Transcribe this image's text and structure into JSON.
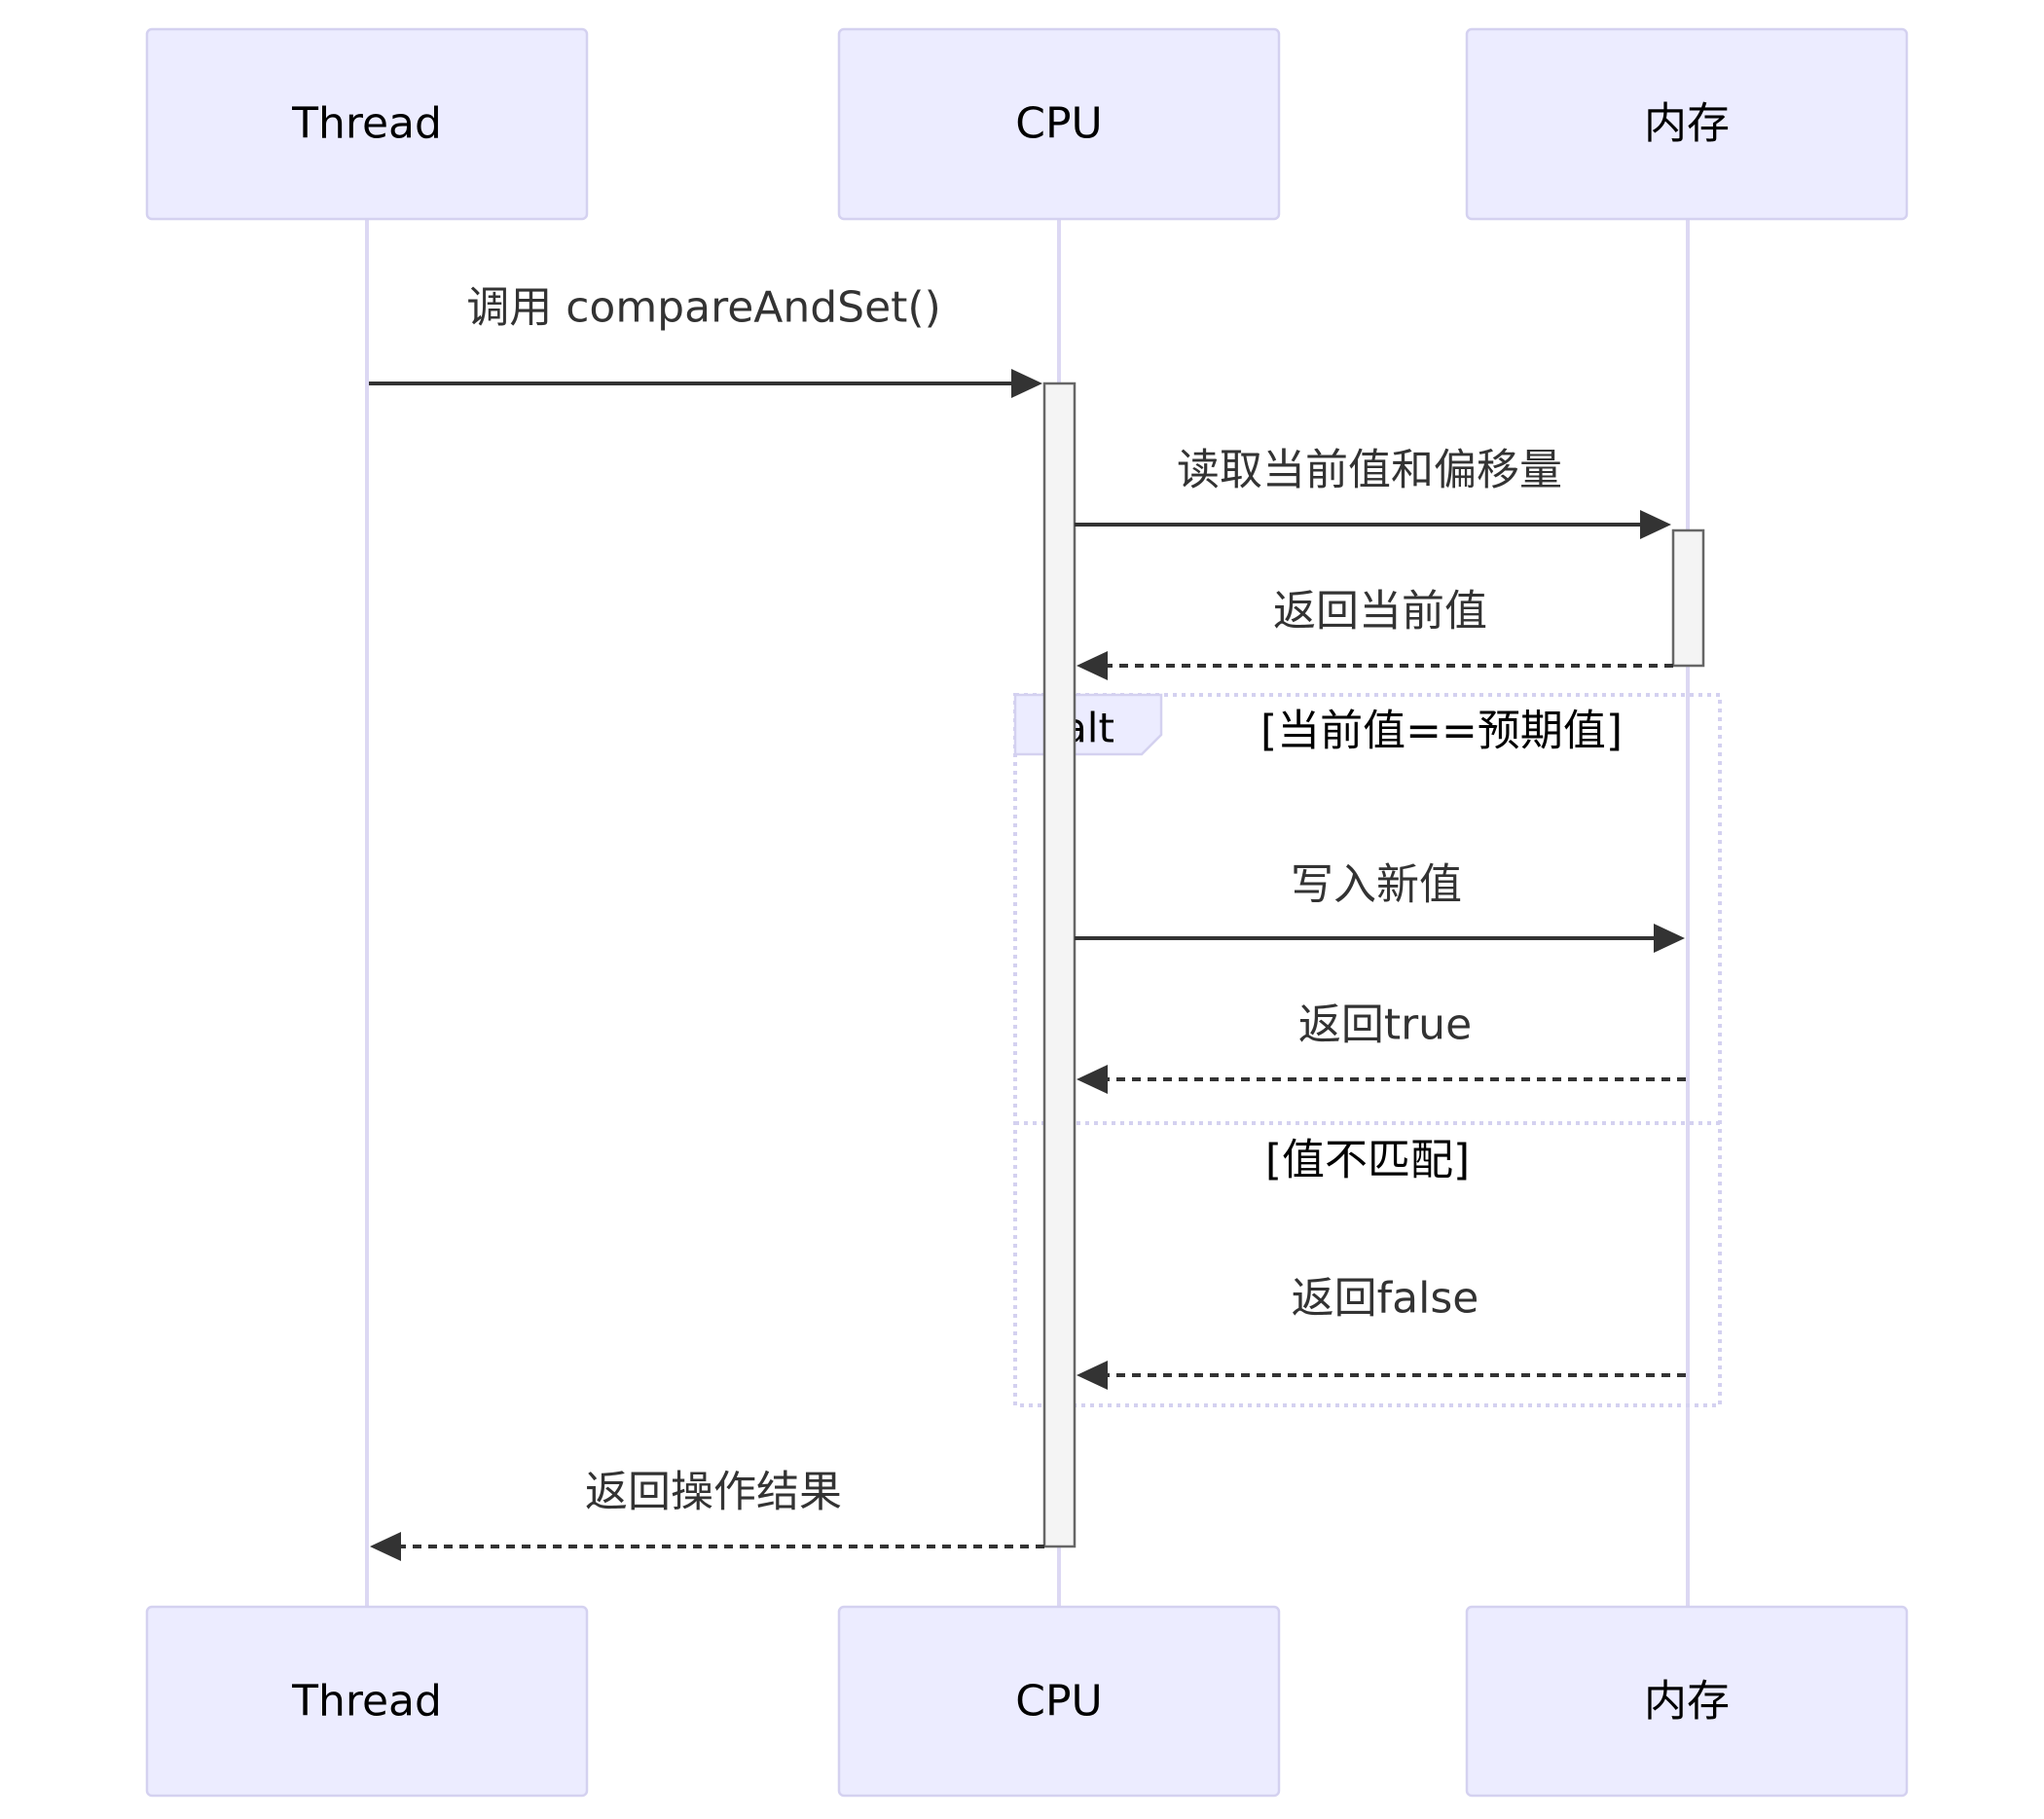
{
  "diagram": {
    "type": "sequence",
    "actors": [
      {
        "id": "thread",
        "label": "Thread"
      },
      {
        "id": "cpu",
        "label": "CPU"
      },
      {
        "id": "memory",
        "label": "内存"
      }
    ],
    "messages": [
      {
        "from": "thread",
        "to": "cpu",
        "label": "调用 compareAndSet()",
        "style": "solid"
      },
      {
        "from": "cpu",
        "to": "memory",
        "label": "读取当前值和偏移量",
        "style": "solid"
      },
      {
        "from": "memory",
        "to": "cpu",
        "label": "返回当前值",
        "style": "dashed"
      },
      {
        "from": "cpu",
        "to": "memory",
        "label": "写入新值",
        "style": "solid"
      },
      {
        "from": "memory",
        "to": "cpu",
        "label": "返回true",
        "style": "dashed"
      },
      {
        "from": "memory",
        "to": "cpu",
        "label": "返回false",
        "style": "dashed"
      },
      {
        "from": "cpu",
        "to": "thread",
        "label": "返回操作结果",
        "style": "dashed"
      }
    ],
    "alt_block": {
      "keyword": "alt",
      "branches": [
        {
          "condition": "[当前值==预期值]"
        },
        {
          "condition": "[值不匹配]"
        }
      ]
    },
    "colors": {
      "actor_fill": "#ECECFF",
      "actor_stroke": "#d4d1f0",
      "line": "#333333",
      "activation_fill": "#f4f4f4"
    }
  }
}
